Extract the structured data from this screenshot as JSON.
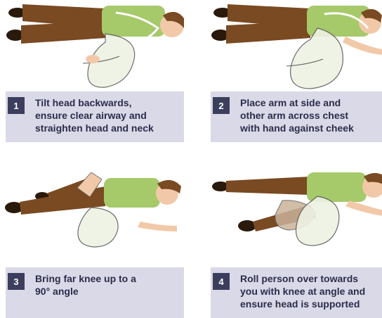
{
  "steps": [
    {
      "number": "1",
      "text": "Tilt head backwards,\nensure clear airway and\nstraighten head and neck"
    },
    {
      "number": "2",
      "text": "Place arm at side and\nother arm across chest\nwith hand against cheek"
    },
    {
      "number": "3",
      "text": "Bring far knee up to a\n90° angle"
    },
    {
      "number": "4",
      "text": "Roll person over towards\nyou with knee at angle and\nensure head is supported"
    }
  ],
  "colors": {
    "caption_bg": "#d9d9e8",
    "number_bg": "#3b3f5c",
    "text": "#2b2d4a",
    "shirt": "#a6c96a",
    "trousers": "#7a4a22",
    "skin": "#f2c9a8",
    "hair": "#7a4a22",
    "shoes": "#2a1a0c"
  }
}
